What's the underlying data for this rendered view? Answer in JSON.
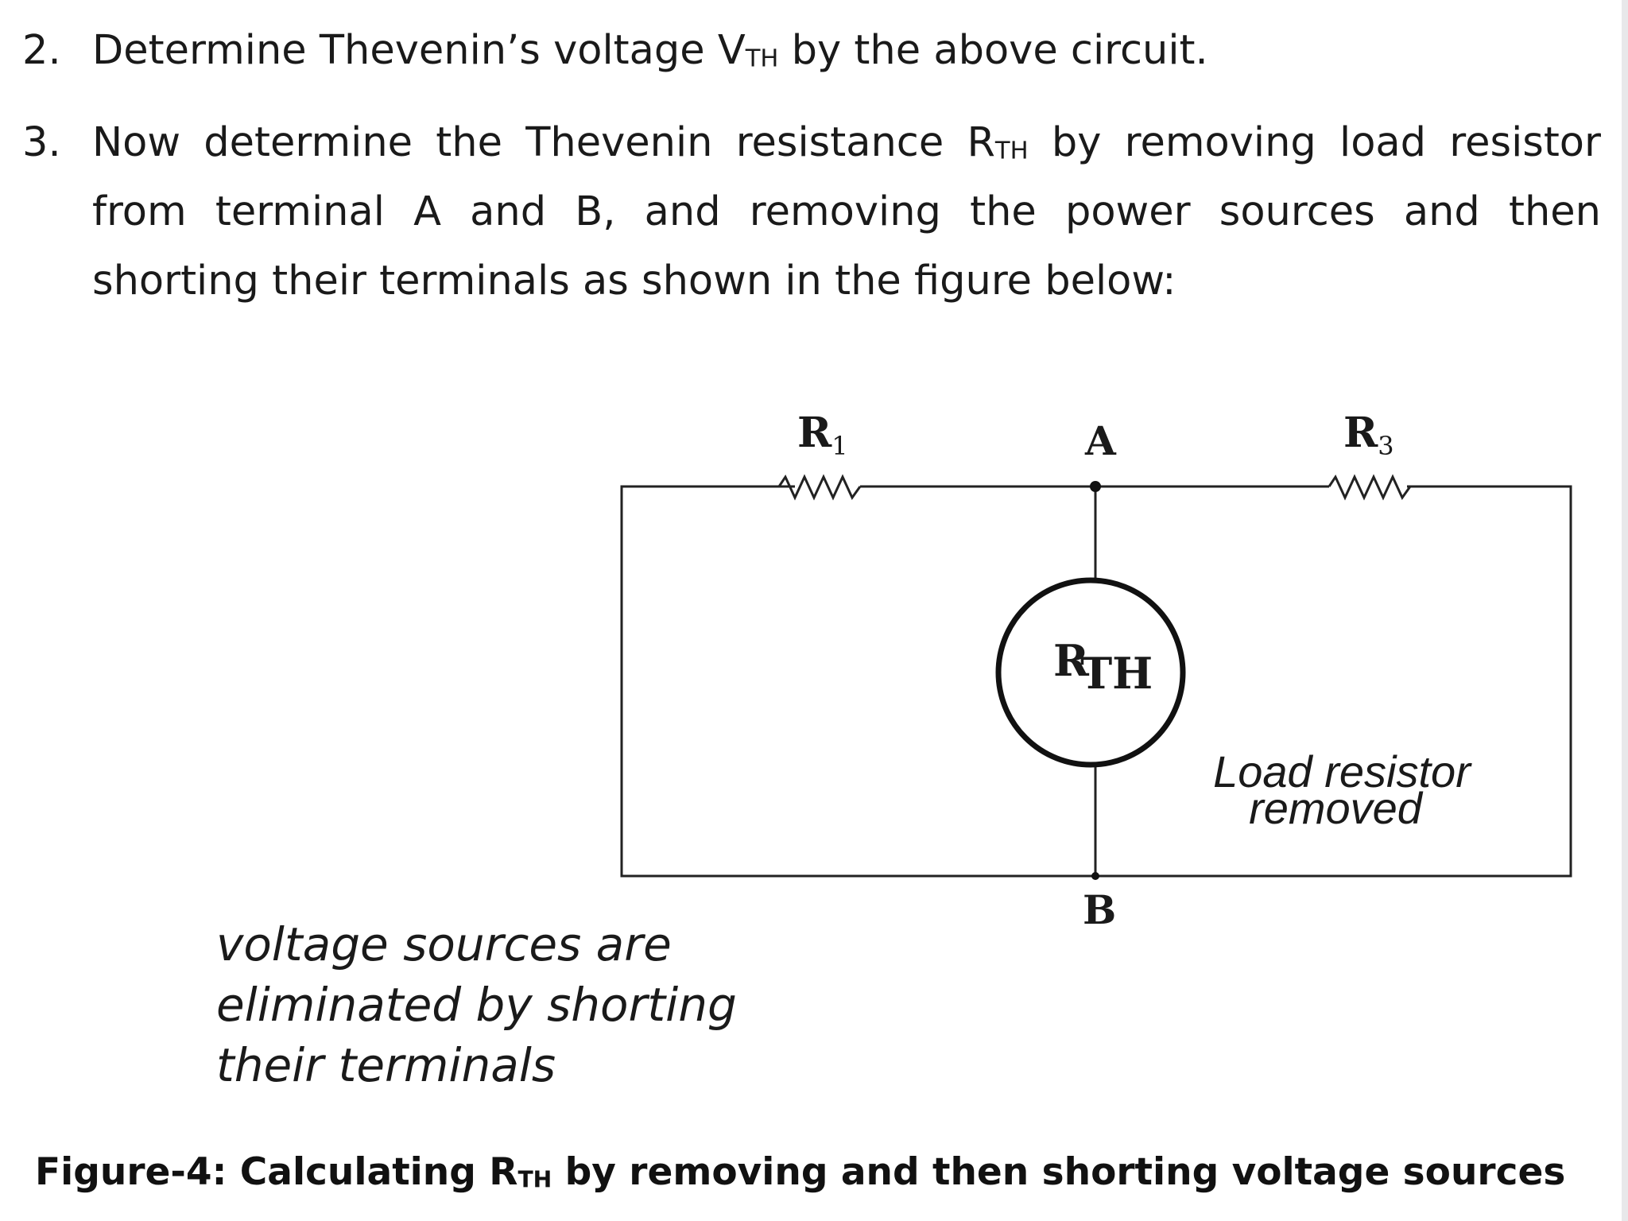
{
  "steps": [
    {
      "number": "2.",
      "text_before": "Determine Thevenin’s voltage V",
      "subscript": "TH",
      "text_after": " by the above circuit."
    },
    {
      "number": "3.",
      "text_before": "Now determine the Thevenin resistance R",
      "subscript": "TH",
      "text_after": " by removing load resistor from terminal A and B, and removing the power sources and then shorting their terminals as shown in the figure below:"
    }
  ],
  "figure": {
    "labels": {
      "r1_letter": "R",
      "r1_sub": "1",
      "r3_letter": "R",
      "r3_sub": "3",
      "node_a": "A",
      "node_b": "B",
      "rth_letter": "R",
      "rth_sub": "TH",
      "load_note_line1": "Load resistor",
      "load_note_line2": "removed"
    },
    "source_note_lines": [
      "voltage sources are",
      "eliminated by shorting",
      "their terminals"
    ],
    "caption_before": "Figure-4: Calculating R",
    "caption_sub": "TH",
    "caption_after": " by removing and then shorting voltage sources"
  },
  "colors": {
    "text": "#1a1a1a",
    "wire": "#222222",
    "background": "#ffffff"
  }
}
